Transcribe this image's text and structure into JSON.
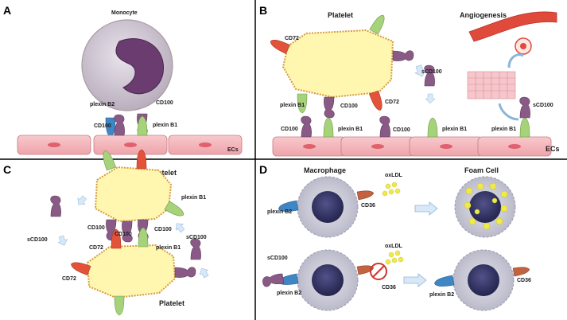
{
  "panels": {
    "a": {
      "letter": "A",
      "title": "Monocyte",
      "labels": {
        "plexin_b2": "plexin B2",
        "cd100_top": "CD100",
        "cd100_bottom": "CD100",
        "plexin_b1": "plexin B1",
        "ecs": "ECs"
      }
    },
    "b": {
      "letter": "B",
      "title_left": "Platelet",
      "title_right": "Angiogenesis",
      "labels": {
        "cd72_top": "CD72",
        "scd100_mid": "sCD100",
        "plexin_b1_left": "plexin B1",
        "cd100_mid": "CD100",
        "cd72_right": "CD72",
        "cd100_left_bottom": "CD100",
        "plexin_b1_mid": "plexin B1",
        "cd100_bottom_right": "CD100",
        "plexin_b1_center": "plexin B1",
        "plexin_b1_far": "plexin B1",
        "scd100_far": "sCD100",
        "ecs": "ECs"
      }
    },
    "c": {
      "letter": "C",
      "title_top": "Platelet",
      "title_bottom": "Platelet",
      "labels": {
        "plexin_b1_right": "plexin B1",
        "scd100_left": "sCD100",
        "cd100_a": "CD100",
        "cd100_b": "CD100",
        "cd100_c": "CD100",
        "scd100_right": "sCD100",
        "cd72_a": "CD72",
        "plexin_b1_mid": "plexin B1",
        "cd72_b": "CD72"
      }
    },
    "d": {
      "letter": "D",
      "title_left": "Macrophage",
      "title_right": "Foam Cell",
      "labels": {
        "oxldl_top": "oxLDL",
        "cd36_top": "CD36",
        "plexin_b2_top": "plexin B2",
        "scd100": "sCD100",
        "oxldl_bottom": "oxLDL",
        "cd36_bottom": "CD36",
        "plexin_b2_bottom": "plexin B2",
        "plexin_b2_bottom_right": "plexin B2",
        "cd36_bottom_right": "CD36"
      }
    }
  },
  "colors": {
    "endothelial": "#f2b3b8",
    "endothelial_nucleus": "#e0606e",
    "platelet": "#fff7b0",
    "platelet_edge": "#d79a3c",
    "cd100": "#8a5a86",
    "plexin_b1": "#a6d27a",
    "plexin_b2": "#3f86c4",
    "cd72": "#e2533a",
    "cd36": "#c26241",
    "macrophage": "#c9c9d6",
    "nucleus": "#3a3a6e",
    "oxldl": "#f0e94a",
    "vessel": "#e04a3a",
    "arrow": "#a9cdea"
  }
}
